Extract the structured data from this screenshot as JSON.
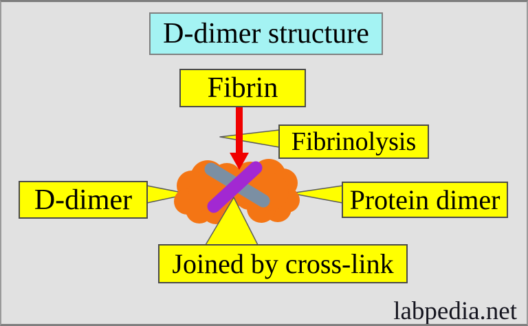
{
  "title_box": {
    "label": "D-dimer structure"
  },
  "boxes": {
    "fibrin": {
      "label": "Fibrin"
    },
    "fibrinolysis": {
      "label": "Fibrinolysis"
    },
    "d_dimer": {
      "label": "D-dimer"
    },
    "protein_dimer": {
      "label": "Protein dimer"
    },
    "cross_link": {
      "label": "Joined by cross-link"
    }
  },
  "watermark": {
    "label": "labpedia.net"
  },
  "colors": {
    "background": "#e1e1e1",
    "title_cyan": "#a4f3f3",
    "box_yellow": "#ffff00",
    "arrow_red": "#f00000",
    "lobe_orange": "#f47514",
    "rod_gray": "#7b8fa3",
    "rod_purple": "#a228d2",
    "text": "#000000"
  }
}
